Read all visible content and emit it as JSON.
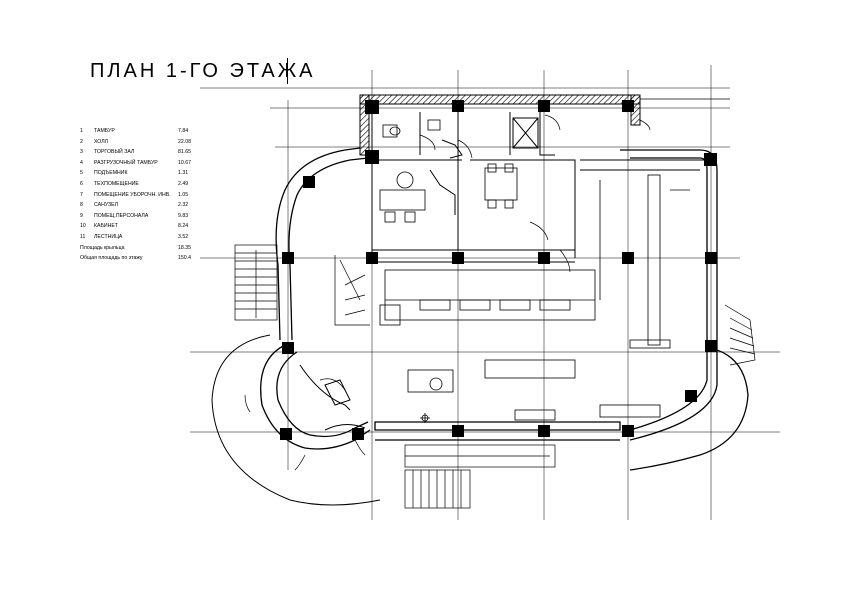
{
  "title": "ПЛАН 1-ГО ЭТАЖА",
  "legend": [
    {
      "num": "1",
      "name": "ТАМБУР",
      "area": "7.84"
    },
    {
      "num": "2",
      "name": "ХОЛЛ",
      "area": "22.08"
    },
    {
      "num": "3",
      "name": "ТОРГОВЫЙ ЗАЛ",
      "area": "81.65"
    },
    {
      "num": "4",
      "name": "РАЗГРУЗОЧНЫЙ ТАМБУР",
      "area": "10.67"
    },
    {
      "num": "5",
      "name": "ПОДЪЕМНИК",
      "area": "1.31"
    },
    {
      "num": "6",
      "name": "ТЕХПОМЕЩЕНИЕ",
      "area": "2.49"
    },
    {
      "num": "7",
      "name": "ПОМЕЩЕНИЕ УБОРОЧН. ИНВ.",
      "area": "1.05"
    },
    {
      "num": "8",
      "name": "САНУЗЕЛ",
      "area": "2.32"
    },
    {
      "num": "9",
      "name": "ПОМЕЩ.ПЕРСОНАЛА",
      "area": "9.83"
    },
    {
      "num": "10",
      "name": "КАБИНЕТ",
      "area": "8.24"
    },
    {
      "num": "11",
      "name": "ЛЕСТНИЦА",
      "area": "3.52"
    }
  ],
  "summary": [
    {
      "name": "Площадь крыльца",
      "area": "18.35"
    },
    {
      "name": "Общая площадь по этажу",
      "area": "150.4"
    }
  ]
}
